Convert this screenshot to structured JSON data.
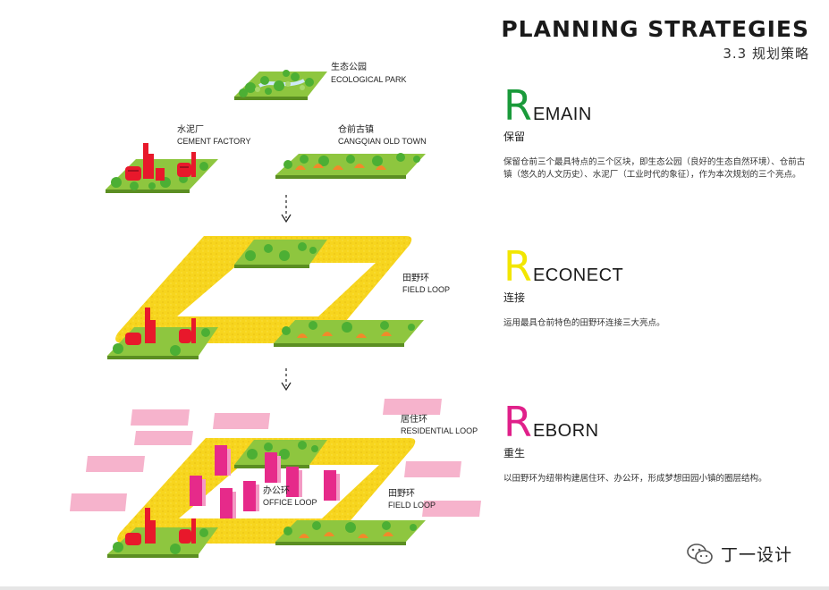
{
  "header": {
    "title": "PLANNING STRATEGIES",
    "subtitle": "3.3 规划策略"
  },
  "stage1": {
    "ecological_park_cn": "生态公园",
    "ecological_park_en": "ECOLOGICAL PARK",
    "cement_factory_cn": "水泥厂",
    "cement_factory_en": "CEMENT FACTORY",
    "old_town_cn": "仓前古镇",
    "old_town_en": "CANGQIAN OLD TOWN"
  },
  "stage2": {
    "field_loop_cn": "田野环",
    "field_loop_en": "FIELD LOOP"
  },
  "stage3": {
    "residential_loop_cn": "居住环",
    "residential_loop_en": "RESIDENTIAL LOOP",
    "office_loop_cn": "办公环",
    "office_loop_en": "OFFICE LOOP",
    "field_loop_cn": "田野环",
    "field_loop_en": "FIELD LOOP"
  },
  "strategies": [
    {
      "letter": "R",
      "rest": "EMAIN",
      "cn": "保留",
      "color": "#1a9a3a",
      "desc": "保留仓前三个最具特点的三个区块，即生态公园（良好的生态自然环境）、仓前古镇（悠久的人文历史）、水泥厂（工业时代的象征），作为本次规划的三个亮点。"
    },
    {
      "letter": "R",
      "rest": "ECONECT",
      "cn": "连接",
      "color": "#f2e600",
      "desc": "运用最具仓前特色的田野环连接三大亮点。"
    },
    {
      "letter": "R",
      "rest": "EBORN",
      "cn": "重生",
      "color": "#e0208a",
      "desc": "以田野环为纽带构建居住环、办公环，形成梦想田园小镇的圈层结构。"
    }
  ],
  "watermark": {
    "icon": "wechat-icon",
    "name": "丁一设计"
  },
  "colors": {
    "grass": "#8ec63f",
    "loop_yellow": "#f7d51e",
    "factory_red": "#e8182b",
    "pink_block": "#f6b3cc",
    "magenta_tower": "#e62a8a"
  }
}
